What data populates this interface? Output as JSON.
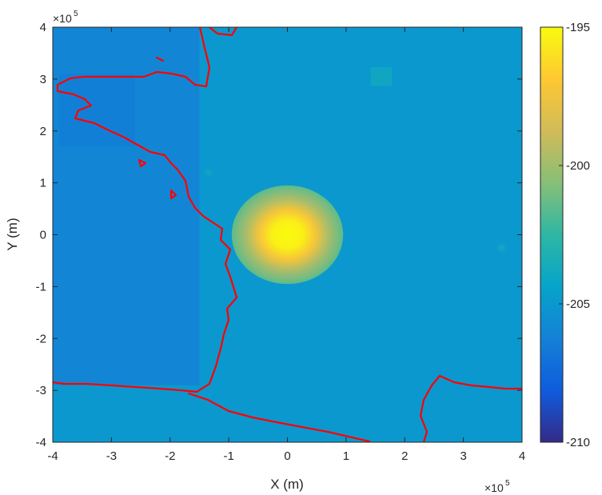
{
  "chart_data": {
    "type": "heatmap",
    "title": "",
    "xlabel": "X (m)",
    "ylabel": "Y (m)",
    "xlim": [
      -400000,
      400000
    ],
    "ylim": [
      -400000,
      400000
    ],
    "x_ticks": [
      -4,
      -3,
      -2,
      -1,
      0,
      1,
      2,
      3,
      4
    ],
    "x_tick_labels": [
      "-4",
      "-3",
      "-2",
      "-1",
      "0",
      "1",
      "2",
      "3",
      "4"
    ],
    "y_ticks": [
      4,
      3,
      2,
      1,
      0,
      -1,
      -2,
      -3,
      -4
    ],
    "y_tick_labels": [
      "4",
      "3",
      "2",
      "1",
      "0",
      "-1",
      "-2",
      "-3",
      "-4"
    ],
    "x_exponent": "×10",
    "x_exponent_power": "5",
    "y_exponent": "×10",
    "y_exponent_power": "5",
    "grid": false,
    "colorbar": {
      "colormap": "parula",
      "clim": [
        -210,
        -195
      ],
      "ticks": [
        -195,
        -200,
        -205,
        -210
      ],
      "tick_labels": [
        "-195",
        "-200",
        "-205",
        "-210"
      ],
      "colors": [
        "#352a87",
        "#0f5cdd",
        "#1481d6",
        "#06a4ca",
        "#2eb7a4",
        "#87bf77",
        "#d1bb59",
        "#fec832",
        "#f9fb0e"
      ]
    },
    "background_level": -205,
    "coastline_color": "#ff0000",
    "features": [
      {
        "kind": "circle",
        "center": [
          0,
          0
        ],
        "radius": 95000,
        "edge_level": -201.5,
        "peak_level": -195
      },
      {
        "kind": "region",
        "x_range": [
          -400000,
          -150000
        ],
        "y_range": [
          -290000,
          400000
        ],
        "level": -206.2
      },
      {
        "kind": "square",
        "center": [
          160000,
          305000
        ],
        "half_width": 18000,
        "level": -203.8
      },
      {
        "kind": "spot",
        "center": [
          365000,
          -25000
        ],
        "level": -203.5
      },
      {
        "kind": "spot",
        "center": [
          -135000,
          120000
        ],
        "level": -203.8
      }
    ]
  }
}
